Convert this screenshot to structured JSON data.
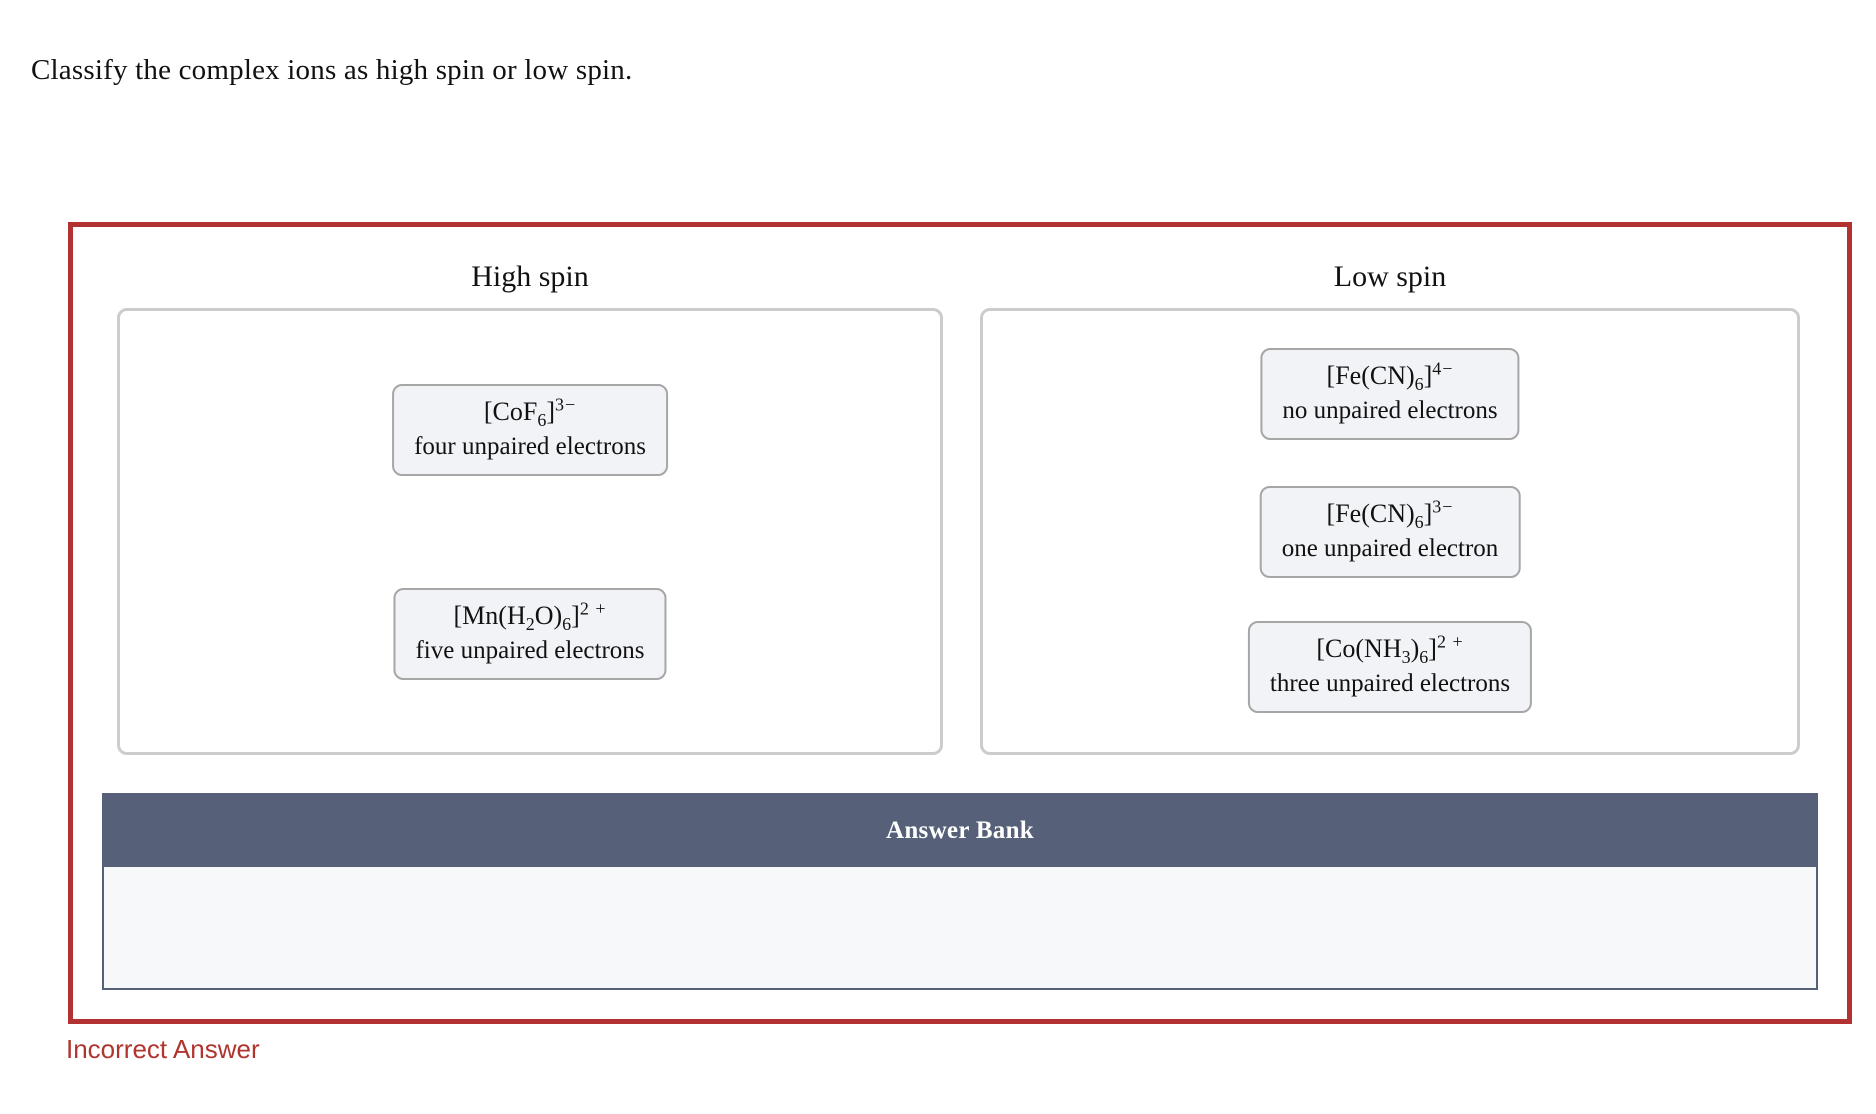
{
  "title": "Classify the complex ions as high spin or low spin.",
  "colors": {
    "frame_border": "#b23231",
    "bank_header": "#566078",
    "bank_body": "#f7f8fa",
    "chip_bg": "#f2f3f7",
    "chip_border": "#a6a6a6",
    "zone_border": "#cccccc",
    "feedback_text": "#b0352f"
  },
  "bins": [
    {
      "label": "High spin",
      "chips": [
        {
          "formula": "[CoF_{6}]^{3−}",
          "note": "four unpaired electrons"
        },
        {
          "formula": "[Mn(H_{2}O)_{6}]^{2 +}",
          "note": "five unpaired electrons"
        }
      ]
    },
    {
      "label": "Low spin",
      "chips": [
        {
          "formula": "[Fe(CN)_{6}]^{4−}",
          "note": "no unpaired electrons"
        },
        {
          "formula": "[Fe(CN)_{6}]^{3−}",
          "note": "one unpaired electron"
        },
        {
          "formula": "[Co(NH_{3})_{6}]^{2 +}",
          "note": "three unpaired electrons"
        }
      ]
    }
  ],
  "answer_bank": {
    "label": "Answer Bank"
  },
  "feedback": {
    "label": "Incorrect Answer"
  }
}
